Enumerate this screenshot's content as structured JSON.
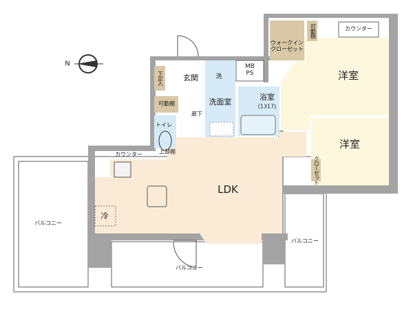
{
  "compass": {
    "label": "N",
    "icon": "north-arrow-icon"
  },
  "rooms": {
    "ldk": "LDK",
    "western_room_1": "洋室",
    "western_room_2": "洋室",
    "entrance": "玄関",
    "washroom": "洗面室",
    "bathroom": "浴室",
    "bathroom_size": "(1317)",
    "toilet": "トイレ",
    "hallway": "廊下",
    "walk_in_closet": "ウォークイン\nクローゼット",
    "closet": "クローゼット",
    "shoe_box": "下足入",
    "movable_shelf": "可動棚",
    "movable_shelf_small": "可動棚",
    "upper_shelf": "上部棚",
    "counter_kitchen": "カウンター",
    "counter_bedroom": "カウンター",
    "mb_ps": "MB\nPS",
    "washer": "洗",
    "fridge": "冷",
    "balcony_left": "バルコニー",
    "balcony_bottom": "バルコニー",
    "balcony_right": "バルコニー"
  },
  "colors": {
    "wall": "#a3a3a3",
    "ldk_floor": "#fbebd6",
    "bedroom_floor": "#fdf7de",
    "wet_area": "#d6eaf7",
    "storage": "#d8c8a6"
  }
}
